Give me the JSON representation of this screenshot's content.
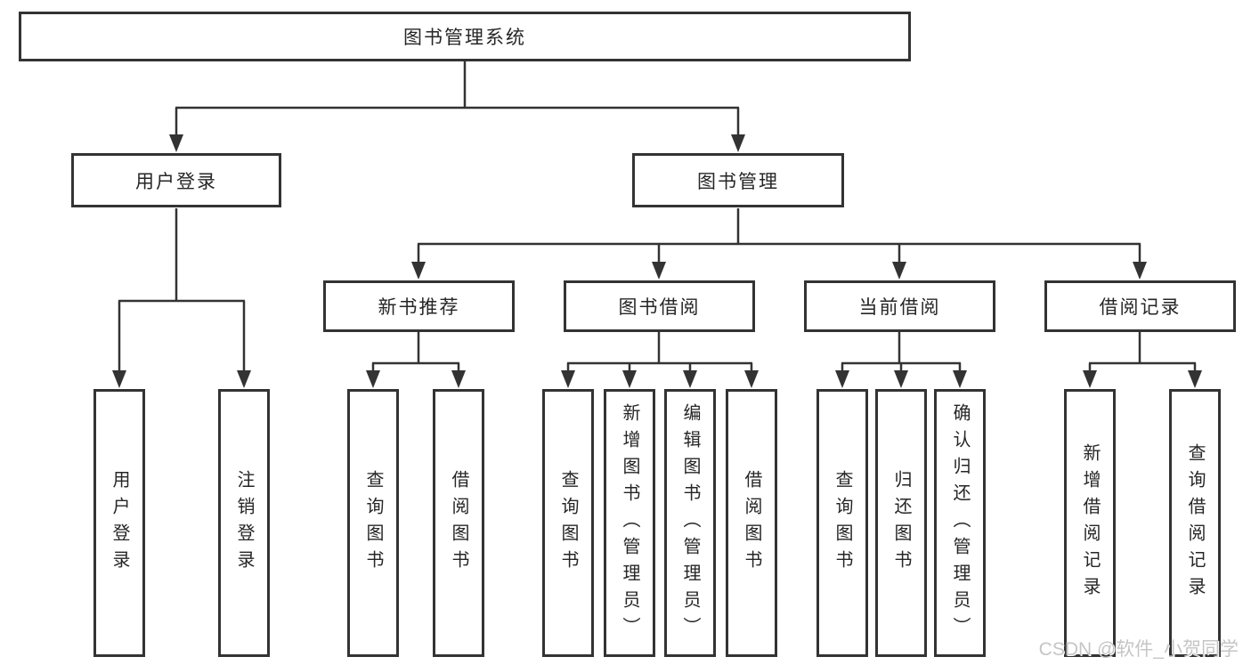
{
  "tree": {
    "label": "图书管理系统",
    "children": [
      {
        "label": "用户登录",
        "children": [
          {
            "label": "用户登录"
          },
          {
            "label": "注销登录"
          }
        ]
      },
      {
        "label": "图书管理",
        "children": [
          {
            "label": "新书推荐",
            "children": [
              {
                "label": "查询图书"
              },
              {
                "label": "借阅图书"
              }
            ]
          },
          {
            "label": "图书借阅",
            "children": [
              {
                "label": "查询图书"
              },
              {
                "label": "新增图书（管理员）"
              },
              {
                "label": "编辑图书（管理员）"
              },
              {
                "label": "借阅图书"
              }
            ]
          },
          {
            "label": "当前借阅",
            "children": [
              {
                "label": "查询图书"
              },
              {
                "label": "归还图书"
              },
              {
                "label": "确认归还（管理员）"
              }
            ]
          },
          {
            "label": "借阅记录",
            "children": [
              {
                "label": "新增借阅记录"
              },
              {
                "label": "查询借阅记录"
              }
            ]
          }
        ]
      }
    ]
  },
  "watermark": "CSDN @软件_小贺同学",
  "colors": {
    "line": "#333333",
    "text": "#262626",
    "watermark": "#c5c5c5",
    "background": "#ffffff"
  }
}
